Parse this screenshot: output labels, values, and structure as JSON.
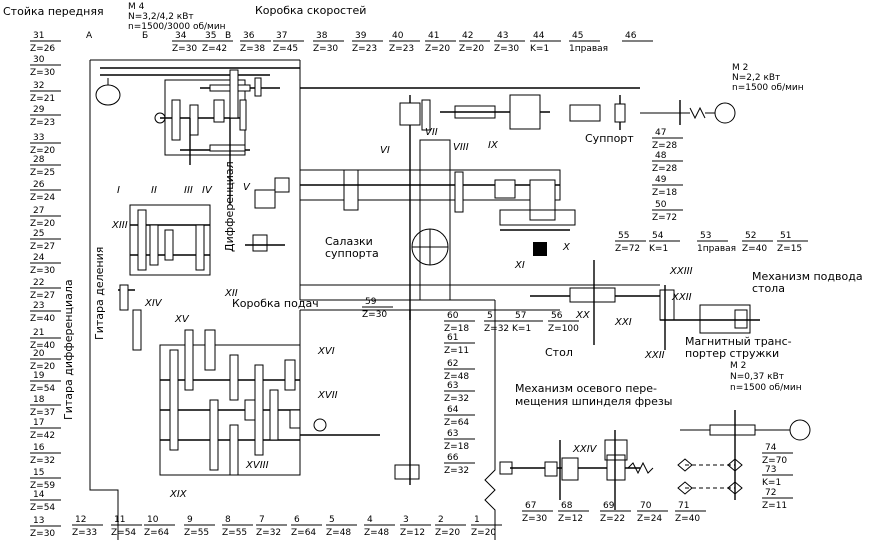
{
  "titles": {
    "front_column": "Стойка передняя",
    "gearbox_speeds": "Коробка скоростей",
    "gearbox_feeds": "Коробка подач",
    "support": "Суппорт",
    "slide": "Салазки\nсуппорта",
    "table": "Стол",
    "table_feed": "Механизм подвода\nстола",
    "conveyor": "Магнитный транс-\nпортер стружки",
    "spindle_mech": "Механизм осевого пере-\nмещения шпинделя фрезы",
    "differential": "Дифференциал",
    "guitar_div": "Гитара деления",
    "guitar_diff": "Гитара дифференциала"
  },
  "motors": {
    "m4": "М 4\nN=3,2/4,2 кВт\nn=1500/3000 об/мин",
    "m2": "М 2\nN=2,2 кВт\nn=1500 об/мин",
    "m2b": "М 2\nN=0,37 кВт\nn=1500 об/мин"
  },
  "letters": [
    "А",
    "Б",
    "В"
  ],
  "left_labels": [
    {
      "num": "31",
      "z": "Z=26"
    },
    {
      "num": "30",
      "z": "Z=30"
    },
    {
      "num": "32",
      "z": "Z=21"
    },
    {
      "num": "29",
      "z": "Z=23"
    },
    {
      "num": "33",
      "z": "Z=20"
    },
    {
      "num": "28",
      "z": "Z=25"
    },
    {
      "num": "26",
      "z": "Z=24"
    },
    {
      "num": "27",
      "z": "Z=20"
    },
    {
      "num": "25",
      "z": "Z=27"
    },
    {
      "num": "24",
      "z": "Z=30"
    },
    {
      "num": "22",
      "z": "Z=27"
    },
    {
      "num": "23",
      "z": "Z=40"
    },
    {
      "num": "21",
      "z": "Z=40"
    },
    {
      "num": "20",
      "z": "Z=20"
    },
    {
      "num": "19",
      "z": "Z=54"
    },
    {
      "num": "18",
      "z": "Z=37"
    },
    {
      "num": "17",
      "z": "Z=42"
    },
    {
      "num": "16",
      "z": "Z=32"
    },
    {
      "num": "15",
      "z": "Z=59"
    },
    {
      "num": "14",
      "z": "Z=54"
    },
    {
      "num": "13",
      "z": "Z=30"
    }
  ],
  "top_labels": [
    {
      "num": "34",
      "z": "Z=30"
    },
    {
      "num": "35",
      "z": "Z=42"
    },
    {
      "num": "36",
      "z": "Z=38"
    },
    {
      "num": "37",
      "z": "Z=45"
    },
    {
      "num": "38",
      "z": "Z=30"
    },
    {
      "num": "39",
      "z": "Z=23"
    },
    {
      "num": "40",
      "z": "Z=23"
    },
    {
      "num": "41",
      "z": "Z=20"
    },
    {
      "num": "42",
      "z": "Z=20"
    },
    {
      "num": "43",
      "z": "Z=30"
    },
    {
      "num": "44",
      "z": "K=1"
    },
    {
      "num": "45",
      "z": "1правая"
    },
    {
      "num": "46",
      "z": ""
    }
  ],
  "bottom_labels": [
    {
      "num": "12",
      "z": "Z=33"
    },
    {
      "num": "11",
      "z": "Z=54"
    },
    {
      "num": "10",
      "z": "Z=64"
    },
    {
      "num": "9",
      "z": "Z=55"
    },
    {
      "num": "8",
      "z": "Z=55"
    },
    {
      "num": "7",
      "z": "Z=32"
    },
    {
      "num": "6",
      "z": "Z=64"
    },
    {
      "num": "5",
      "z": "Z=48"
    },
    {
      "num": "4",
      "z": "Z=48"
    },
    {
      "num": "3",
      "z": "Z=12"
    },
    {
      "num": "2",
      "z": "Z=20"
    },
    {
      "num": "1",
      "z": "Z=20"
    }
  ],
  "right_labels": [
    {
      "num": "47",
      "z": "Z=28"
    },
    {
      "num": "48",
      "z": "Z=28"
    },
    {
      "num": "49",
      "z": "Z=18"
    },
    {
      "num": "50",
      "z": "Z=72"
    }
  ],
  "mid_labels": [
    {
      "num": "59",
      "z": "Z=30"
    },
    {
      "num": "60",
      "z": "Z=18"
    },
    {
      "num": "61",
      "z": "Z=11"
    },
    {
      "num": "62",
      "z": "Z=48"
    },
    {
      "num": "63",
      "z": "Z=32"
    },
    {
      "num": "64",
      "z": "Z=64"
    },
    {
      "num": "63",
      "z": "Z=18"
    },
    {
      "num": "66",
      "z": "Z=32"
    },
    {
      "num": "5",
      "z": "Z=32"
    },
    {
      "num": "57",
      "z": "K=1"
    },
    {
      "num": "56",
      "z": "Z=100"
    },
    {
      "num": "55",
      "z": "Z=72"
    },
    {
      "num": "54",
      "z": "K=1"
    },
    {
      "num": "53",
      "z": "1правая"
    },
    {
      "num": "52",
      "z": "Z=40"
    },
    {
      "num": "51",
      "z": "Z=15"
    }
  ],
  "spindle_labels": [
    {
      "num": "67",
      "z": "Z=30"
    },
    {
      "num": "68",
      "z": "Z=12"
    },
    {
      "num": "69",
      "z": "Z=22"
    },
    {
      "num": "70",
      "z": "Z=24"
    },
    {
      "num": "71",
      "z": "Z=40"
    }
  ],
  "conveyor_labels": [
    {
      "num": "74",
      "z": "Z=70"
    },
    {
      "num": "73",
      "z": "K=1"
    },
    {
      "num": "72",
      "z": "Z=11"
    }
  ],
  "roman": [
    "I",
    "II",
    "III",
    "IV",
    "V",
    "VI",
    "VII",
    "VIII",
    "IX",
    "X",
    "XI",
    "XII",
    "XIII",
    "XIV",
    "XV",
    "XVI",
    "XVII",
    "XVIII",
    "XIX",
    "XX",
    "XXI",
    "XXII",
    "XXIII",
    "XXIV",
    "XXII"
  ]
}
